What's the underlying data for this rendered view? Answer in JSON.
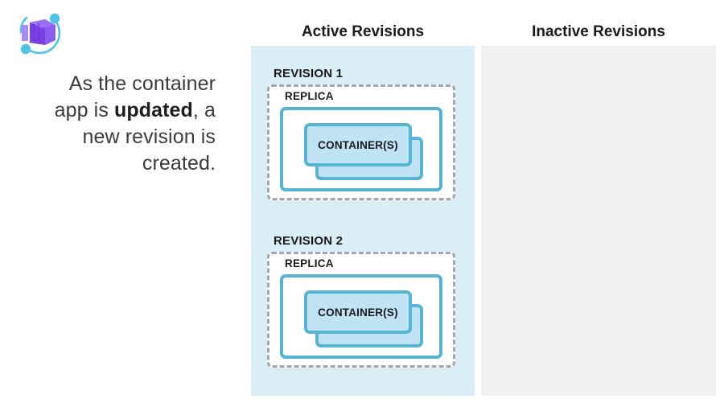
{
  "logo": {
    "name": "azure-container-apps-logo",
    "purple_dark": "#6b2fd6",
    "purple_mid": "#8a5cf0",
    "purple_light": "#a78bfa",
    "accent_cyan": "#4fc3e8"
  },
  "caption": {
    "line1": "As the container",
    "line2_pre": "app is ",
    "line2_bold": "updated",
    "line2_post": ", a",
    "line3": "new revision is",
    "line4": "created."
  },
  "columns": {
    "active": {
      "heading": "Active Revisions",
      "background": "#daeef7"
    },
    "inactive": {
      "heading": "Inactive Revisions",
      "background": "#f0f0f0",
      "items": []
    }
  },
  "revisions": [
    {
      "label": "REVISION 1",
      "replica_label": "REPLICA",
      "container_label": "CONTAINER(S)",
      "container_count": 2
    },
    {
      "label": "REVISION 2",
      "replica_label": "REPLICA",
      "container_label": "CONTAINER(S)",
      "container_count": 2
    }
  ],
  "colors": {
    "container_fill": "#bfe3f2",
    "container_border": "#55b3d5",
    "replica_border_dashed": "#a6a6a6",
    "text_primary": "#1a1a1a",
    "caption_text": "#3b3b3b"
  }
}
